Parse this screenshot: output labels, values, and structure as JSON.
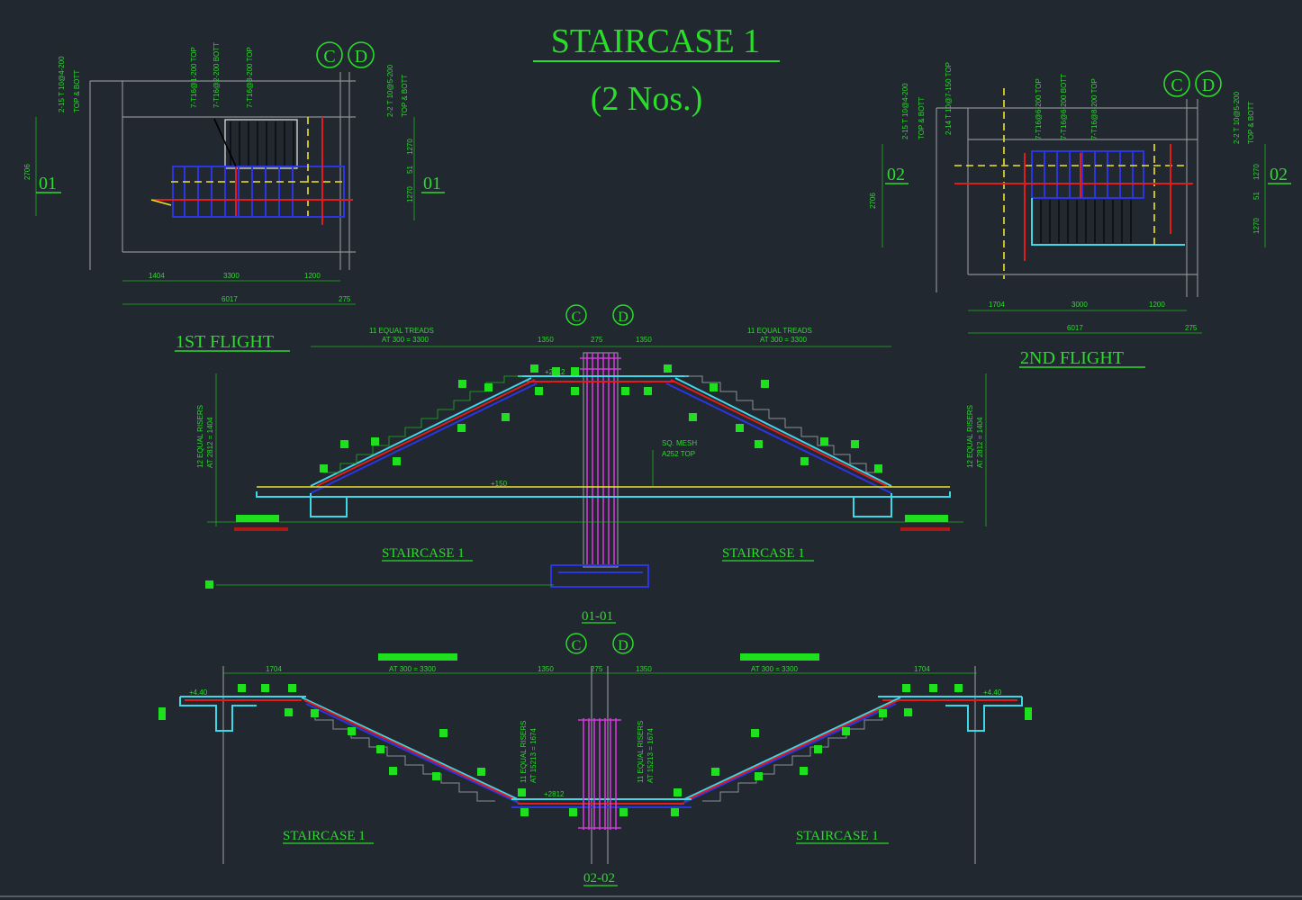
{
  "drawing": {
    "title": "STAIRCASE 1",
    "subtitle": "(2 Nos.)",
    "grids": {
      "c": "C",
      "d": "D"
    }
  },
  "plan_1st": {
    "name": "1ST FLIGHT",
    "section_mark": "01",
    "notes_top": [
      "7-T16@1-200 TOP",
      "7-T16@2-200 BOTT",
      "7-T16@3-200 TOP"
    ],
    "notes_left": [
      "2-15 T 10@4-200",
      "TOP & BOTT"
    ],
    "notes_right": [
      "2-2 T 10@5-200",
      "TOP & BOTT"
    ],
    "dims_bottom": [
      "1404",
      "3300",
      "1200"
    ],
    "dim_total": "6017",
    "dim_end": "275",
    "dim_left": "2706",
    "dims_right": [
      "1270",
      "51",
      "1270"
    ]
  },
  "plan_2nd": {
    "name": "2ND FLIGHT",
    "section_mark": "02",
    "notes_top": [
      "7-T16@6-200 TOP",
      "7-T16@6-200 BOTT",
      "7-T16@8-200 TOP"
    ],
    "notes_left": [
      "2-15 T 10@4-200",
      "TOP & BOTT",
      "2-14 T 10@7-150 TOP"
    ],
    "notes_right": [
      "2-2 T 10@5-200",
      "TOP & BOTT"
    ],
    "dims_bottom": [
      "1704",
      "3000",
      "1200"
    ],
    "dim_total": "6017",
    "dim_end": "275",
    "dim_left": "2706",
    "dims_right": [
      "1270",
      "51",
      "1270"
    ]
  },
  "section_01": {
    "mark": "01-01",
    "left_label": "STAIRCASE 1",
    "right_label": "STAIRCASE 1",
    "treads_left": [
      "11 EQUAL TREADS",
      "AT 300 = 3300"
    ],
    "treads_right": [
      "11 EQUAL TREADS",
      "AT 300 = 3300"
    ],
    "risers_left": [
      "12 EQUAL RISERS",
      "AT 2812 = 1404"
    ],
    "risers_right": [
      "12 EQUAL RISERS",
      "AT 2812 = 1404"
    ],
    "dims_top": [
      "1350",
      "275",
      "1350"
    ],
    "level_top": "+2812",
    "level_mid": "+150",
    "note_mid": [
      "SQ. MESH",
      "A252 TOP"
    ]
  },
  "section_02": {
    "mark": "02-02",
    "left_label": "STAIRCASE 1",
    "right_label": "STAIRCASE 1",
    "dims_top": [
      "1704",
      "AT 300 = 3300",
      "1350",
      "275",
      "1350",
      "AT 300 = 3300",
      "1704"
    ],
    "risers_left": [
      "11 EQUAL RISERS",
      "AT 15213 = 1674"
    ],
    "risers_right": [
      "11 EQUAL RISERS",
      "AT 15213 = 1674"
    ],
    "level_ends": "+4.40",
    "level_bottom": "+2812"
  }
}
